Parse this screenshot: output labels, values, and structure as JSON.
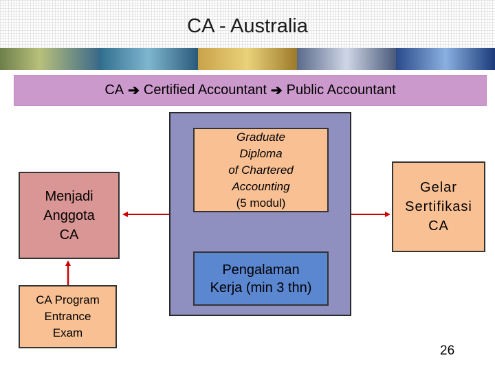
{
  "title": "CA - Australia",
  "band": {
    "part1": "CA",
    "part2": "Certified Accountant",
    "part3": "Public Accountant",
    "arrow_icon": "arrow-right-icon"
  },
  "boxes": {
    "graduate_diploma": {
      "line1": "Graduate\nDiploma\nof Chartered\nAccounting",
      "line2": "(5 modul)"
    },
    "experience": "Pengalaman\nKerja (min 3 thn)",
    "menjadi_anggota": "Menjadi\nAnggota\nCA",
    "entrance_exam": "CA Program\nEntrance\nExam",
    "gelar": "Gelar\nSertifikasi\nCA"
  },
  "page_number": "26",
  "colors": {
    "band": "#cc99cc",
    "panel": "#9090c0",
    "peach": "#f9c094",
    "rose": "#da9694",
    "blue": "#5b86d0",
    "arrow": "#cc0000"
  }
}
